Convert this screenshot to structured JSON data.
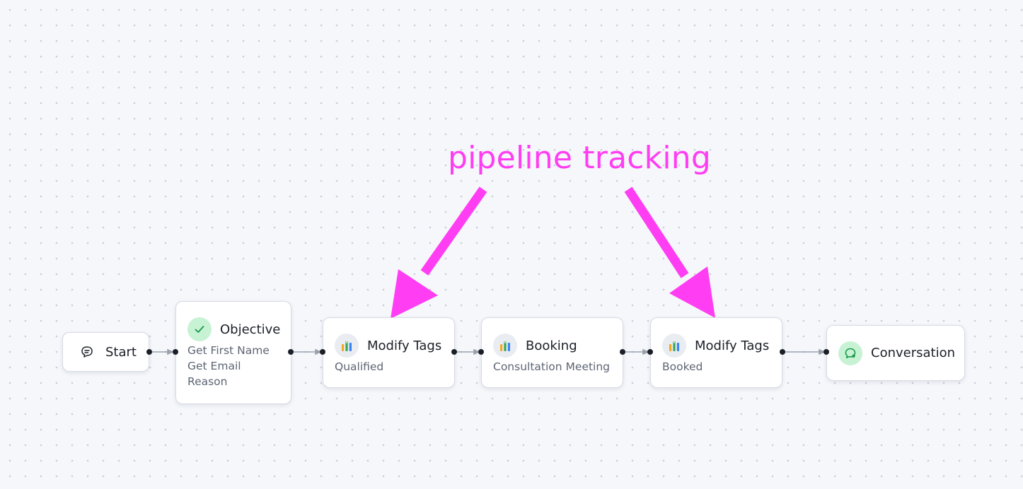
{
  "annotation": {
    "text": "pipeline tracking",
    "color": "#ff3df2"
  },
  "nodes": [
    {
      "id": "start",
      "icon": "chat-bubble-icon",
      "title": "Start",
      "lines": []
    },
    {
      "id": "objective",
      "icon": "check-circle-icon",
      "title": "Objective",
      "lines": [
        "Get First Name",
        "Get Email",
        "Reason"
      ]
    },
    {
      "id": "modify-tags-1",
      "icon": "pipeline-bars-icon",
      "title": "Modify Tags",
      "lines": [
        "Qualified"
      ]
    },
    {
      "id": "booking",
      "icon": "pipeline-bars-icon",
      "title": "Booking",
      "lines": [
        "Consultation Meeting"
      ]
    },
    {
      "id": "modify-tags-2",
      "icon": "pipeline-bars-icon",
      "title": "Modify Tags",
      "lines": [
        "Booked"
      ]
    },
    {
      "id": "conversation",
      "icon": "conversation-bubble-icon",
      "title": "Conversation",
      "lines": []
    }
  ],
  "colors": {
    "canvas_bg": "#f5f7fb",
    "node_border": "#d6dae2",
    "accent_green": "#c8f2d4",
    "annotation": "#ff3df2"
  }
}
